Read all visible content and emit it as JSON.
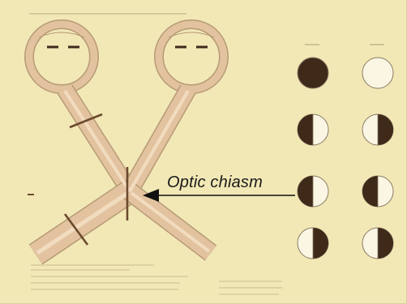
{
  "annotation": {
    "label": "Optic chiasm"
  },
  "colors": {
    "paper": "#f2e8b6",
    "nerve_fill": "#e3c39f",
    "nerve_stroke": "#b69a76",
    "lesion_mark": "#6b4a2e",
    "field_dark": "#3f2a1a",
    "field_light": "#fbf6e4",
    "field_stroke": "#8a7a62",
    "arrow": "#111111"
  },
  "visual_fields": [
    {
      "row": 1,
      "left_eye": "full-dark",
      "right_eye": "full-light"
    },
    {
      "row": 2,
      "left_eye": "left-half-dark",
      "right_eye": "right-half-dark"
    },
    {
      "row": 3,
      "left_eye": "left-half-dark",
      "right_eye": "left-half-dark"
    },
    {
      "row": 4,
      "left_eye": "right-half-dark",
      "right_eye": "right-half-dark"
    }
  ]
}
